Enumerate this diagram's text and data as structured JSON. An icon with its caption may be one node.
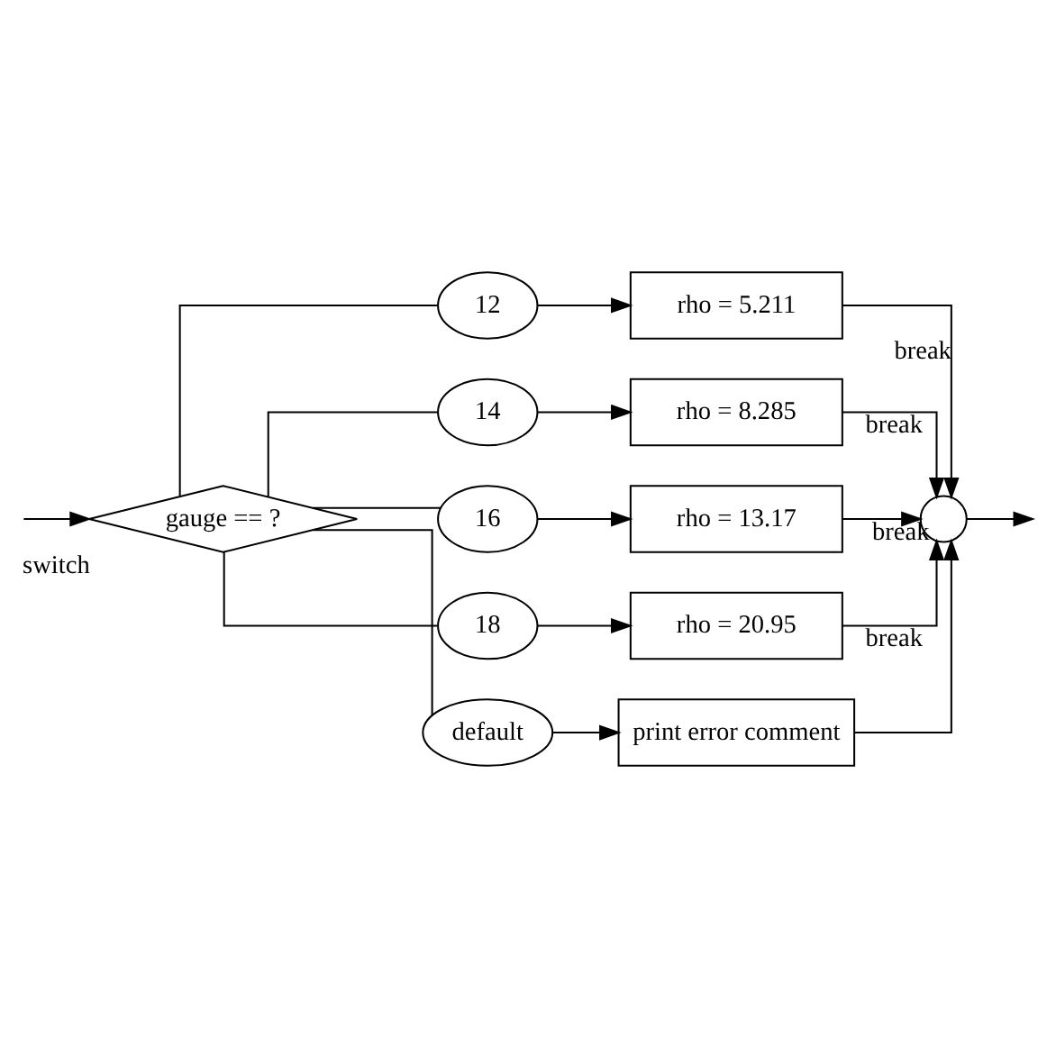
{
  "diagram": {
    "nodes": [
      {
        "text": [
          "gauge == ?"
        ],
        "beside": [
          "switch"
        ]
      },
      {
        "text": [
          "12"
        ]
      },
      {
        "text": [
          "rho = 5.211"
        ]
      },
      {
        "text": [
          "14"
        ]
      },
      {
        "text": [
          "rho = 8.285"
        ]
      },
      {
        "text": [
          "16"
        ]
      },
      {
        "text": [
          "rho = 13.17"
        ]
      },
      {
        "text": [
          "18"
        ]
      },
      {
        "text": [
          "rho = 20.95"
        ]
      },
      {
        "text": [
          "default"
        ]
      },
      {
        "text": [
          "print error comment"
        ]
      },
      {
        "text": [],
        "shape": "circle"
      }
    ],
    "edges": [
      {
        "from": null,
        "to": 0,
        "arrow": "to"
      },
      {
        "from": 0,
        "to": 1,
        "arrow": "none"
      },
      {
        "from": 0,
        "to": 3,
        "arrow": "none"
      },
      {
        "from": 0,
        "to": 5,
        "arrow": "none"
      },
      {
        "from": 0,
        "to": 7,
        "arrow": "none"
      },
      {
        "from": 0,
        "to": 9,
        "arrow": "none"
      },
      {
        "from": 1,
        "to": 2,
        "arrow": "to"
      },
      {
        "from": 3,
        "to": 4,
        "arrow": "to"
      },
      {
        "from": 5,
        "to": 6,
        "arrow": "to"
      },
      {
        "from": 7,
        "to": 8,
        "arrow": "to"
      },
      {
        "from": 9,
        "to": 10,
        "arrow": "to"
      },
      {
        "from": 2,
        "to": 11,
        "arrow": "to",
        "label": "break"
      },
      {
        "from": 4,
        "to": 11,
        "arrow": "to",
        "label": "break"
      },
      {
        "from": 6,
        "to": 11,
        "arrow": "to",
        "label": "break"
      },
      {
        "from": 8,
        "to": 11,
        "arrow": "to",
        "label": "break"
      },
      {
        "from": 10,
        "to": 11,
        "arrow": "to"
      },
      {
        "from": 11,
        "to": null,
        "arrow": "to"
      }
    ]
  }
}
